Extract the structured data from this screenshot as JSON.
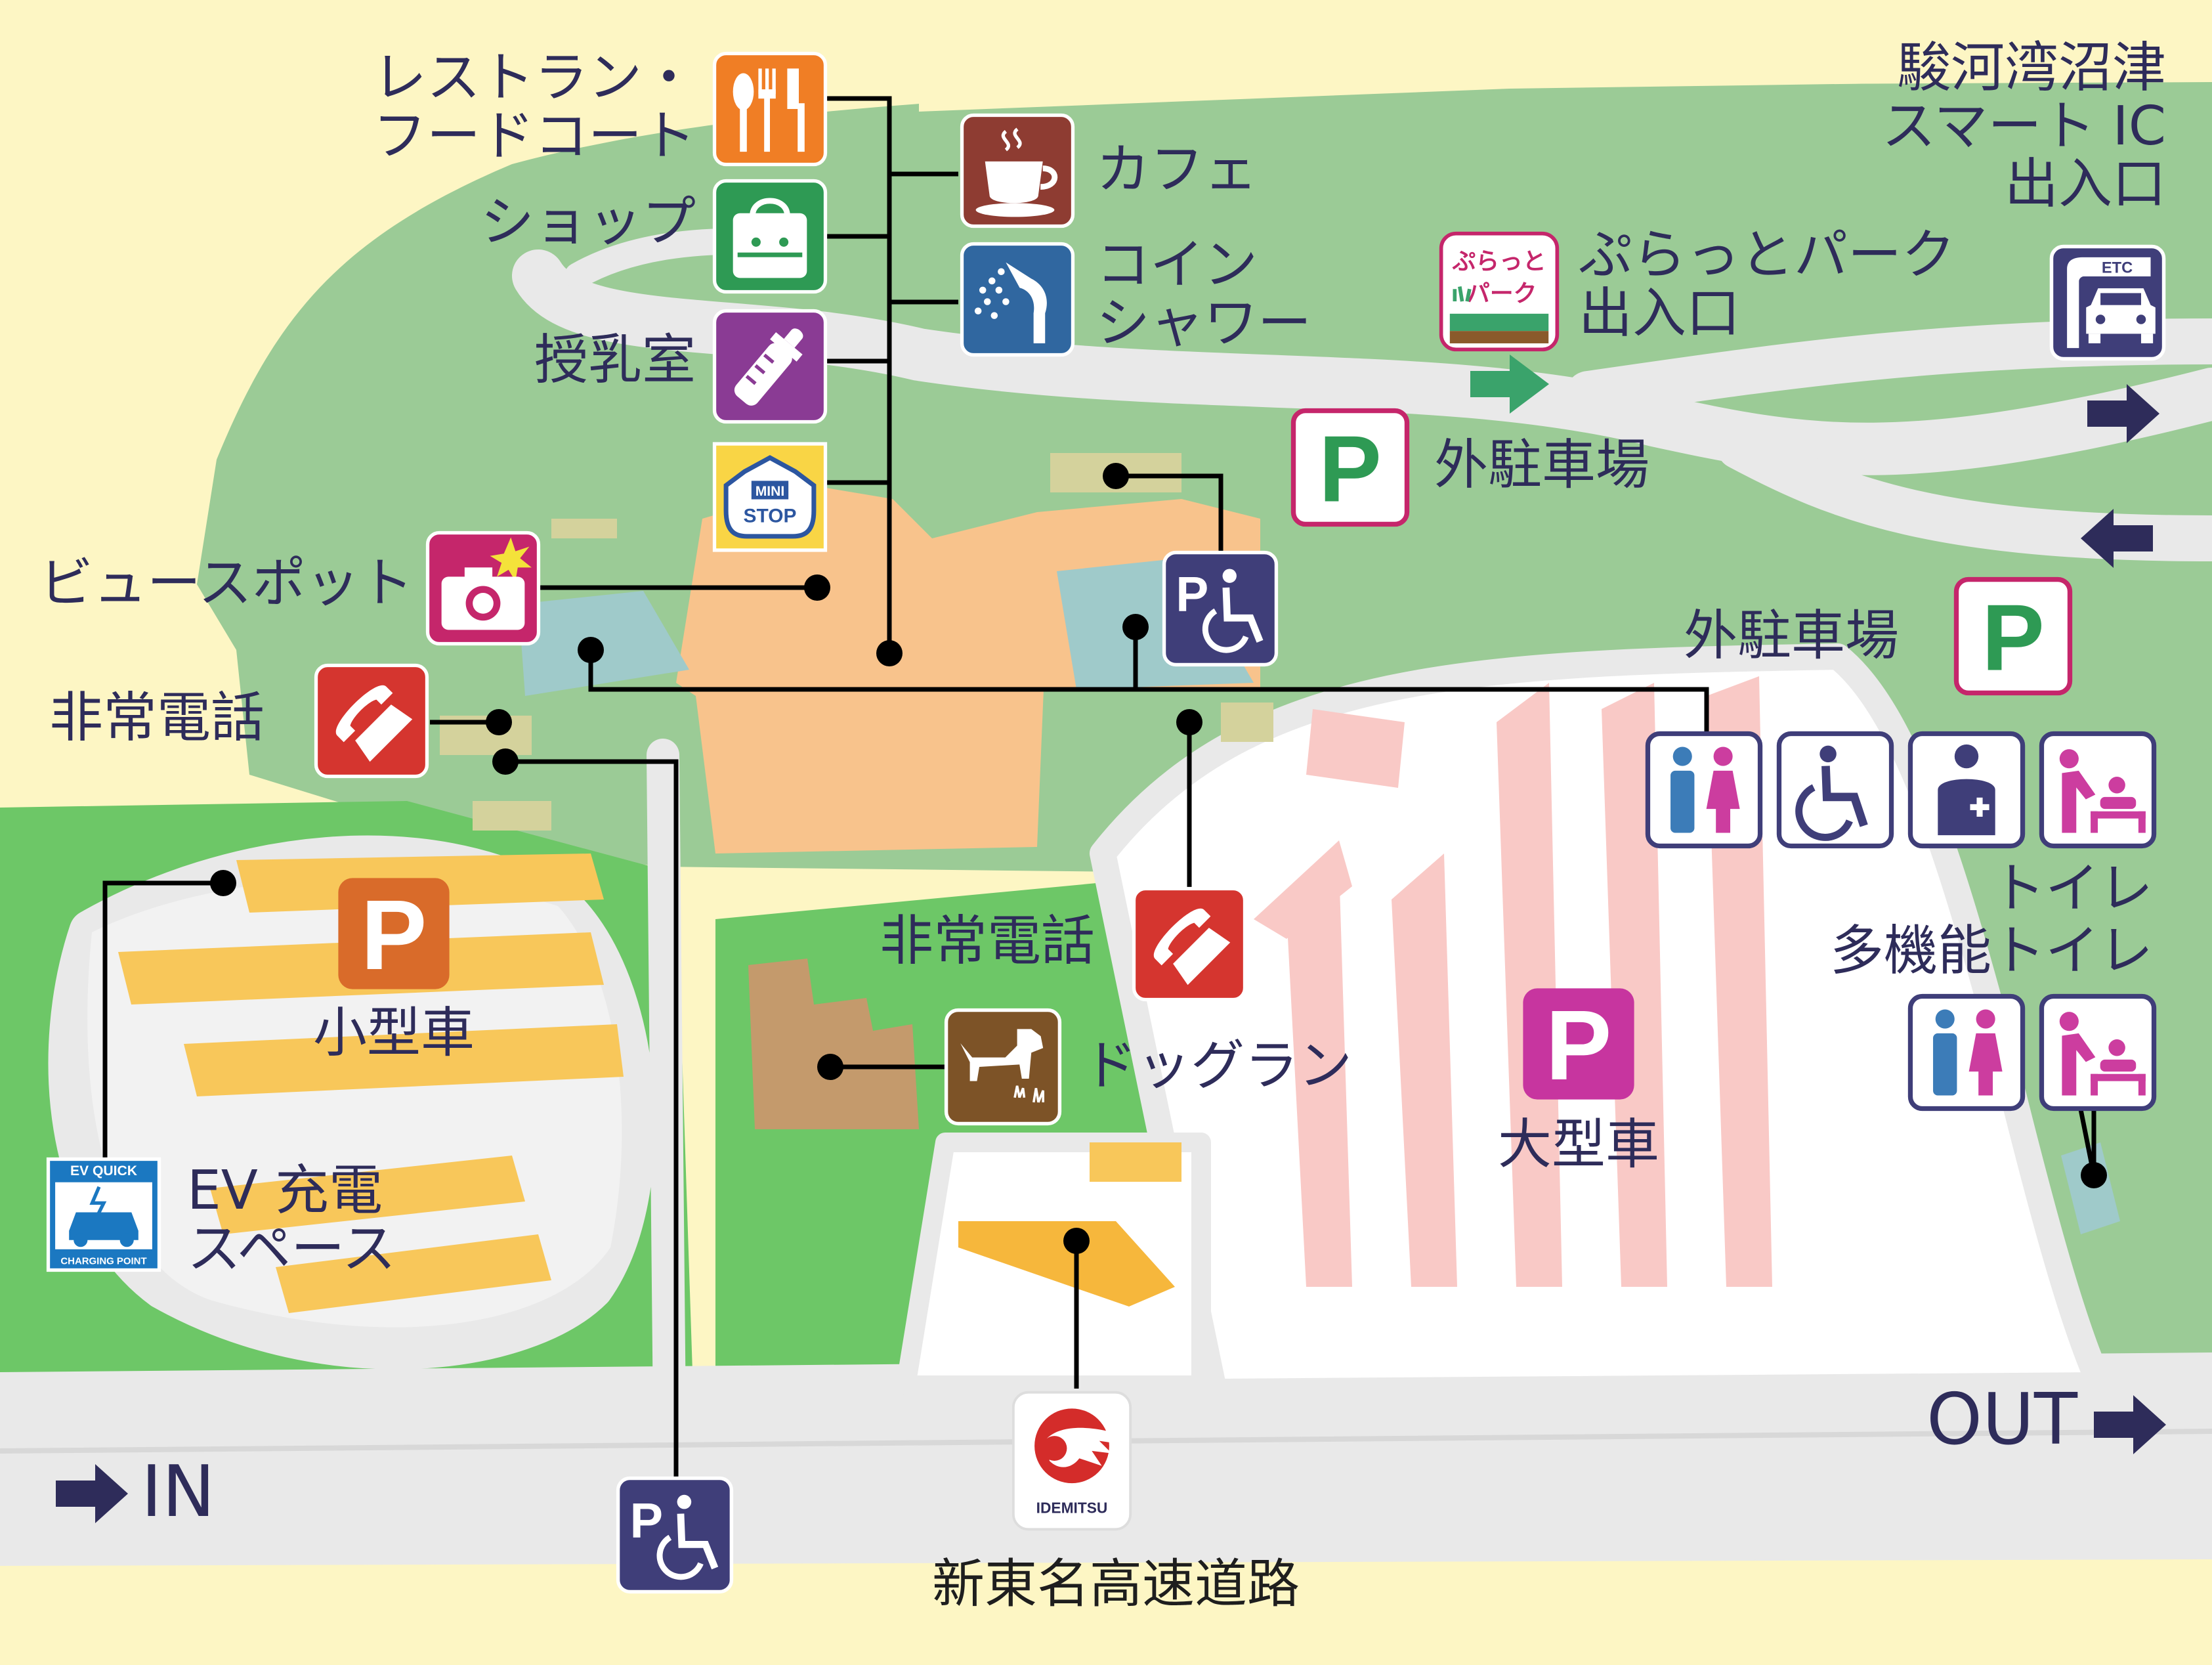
{
  "map": {
    "labels": {
      "restaurant_line1": "レストラン・",
      "restaurant_line2": "フードコート",
      "shop": "ショップ",
      "nursing_room": "授乳室",
      "view_spot": "ビュースポット",
      "emergency_phone_left": "非常電話",
      "emergency_phone_center": "非常電話",
      "cafe": "カフェ",
      "coin_shower_line1": "コイン",
      "coin_shower_line2": "シャワー",
      "outer_parking_top": "外駐車場",
      "outer_parking_right": "外駐車場",
      "smart_ic_line1": "駿河湾沼津",
      "smart_ic_line2": "スマート IC",
      "smart_ic_line3": "出入口",
      "plat_park_line1": "ぷらっとパーク",
      "plat_park_line2": "出入口",
      "small_car": "小型車",
      "large_car": "大型車",
      "dog_run": "ドッグラン",
      "toilet": "トイレ",
      "multi_toilet": "多機能トイレ",
      "ev_line1": "EV 充電",
      "ev_line2": "スペース",
      "highway": "新東名高速道路",
      "in": "IN",
      "out": "OUT"
    },
    "badges": {
      "ministop_1": "MINI",
      "ministop_2": "STOP",
      "plat_1": "ぷらっと",
      "plat_2": "パーク",
      "etc": "ETC",
      "ev_top": "EV QUICK",
      "ev_bottom": "CHARGING POINT",
      "idemitsu": "IDEMITSU",
      "parking": "P"
    },
    "icons": {
      "restaurant": "fork-knife-spoon-icon",
      "cafe": "coffee-cup-icon",
      "shop": "shopping-bag-icon",
      "coin_shower": "shower-icon",
      "nursing": "baby-bottle-icon",
      "view_spot": "camera-icon",
      "emergency_phone": "phone-icon",
      "accessible_parking": "wheelchair-parking-icon",
      "dog_run": "dog-icon",
      "toilet": "toilet-icon",
      "wheelchair": "wheelchair-icon",
      "first_aid": "first-aid-icon",
      "baby_changing": "baby-changing-icon",
      "etc": "etc-gate-icon",
      "ev": "ev-charging-icon",
      "fuel": "idemitsu-icon"
    },
    "colors": {
      "background": "#fdf6c4",
      "green_area": "#9bcb96",
      "bright_green": "#6dc767",
      "road": "#e9e9e9",
      "building": "#f8c38c",
      "label_text": "#2e2c5a",
      "restaurant": "#f07e25",
      "shop_green": "#2e9a54",
      "cafe_brown": "#8e3c32",
      "shower_blue": "#3067a0",
      "nursing_purple": "#8a3b94",
      "camera_magenta": "#c5266b",
      "phone_red": "#d5352f",
      "navy": "#3f3e79",
      "parking_green": "#2e9a54",
      "parking_orange": "#d96b2a",
      "parking_magenta": "#c7359f",
      "dog_brown": "#7d5327",
      "toilet_blue": "#3c7cb8",
      "toilet_pink": "#cc3d9f",
      "ev_blue": "#1b78c1",
      "idemitsu_red": "#d42c2a"
    }
  }
}
